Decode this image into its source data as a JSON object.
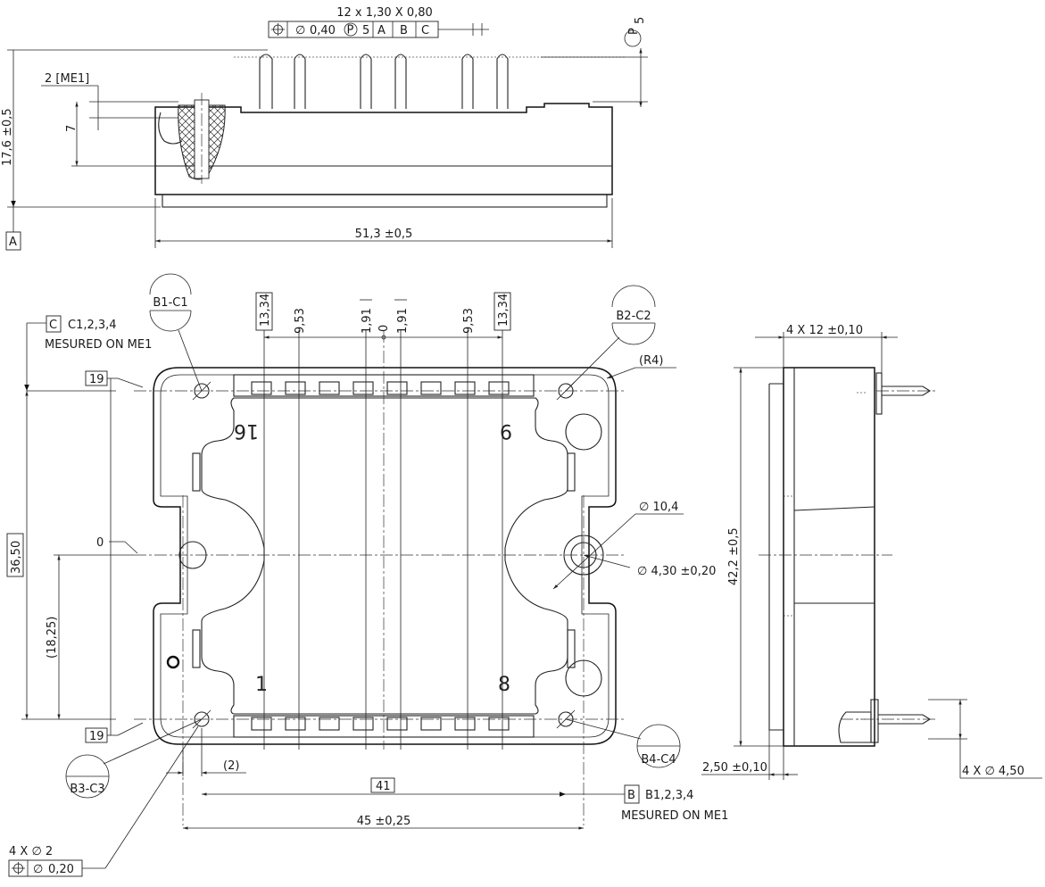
{
  "side_view": {
    "pin_spec": "12 x 1,30 X 0,80",
    "tolerance_frame": [
      "⌖",
      "∅",
      "0,40",
      "P",
      "5",
      "A",
      "B",
      "C"
    ],
    "projected_zone": "P",
    "projected_value": "5",
    "me1_label": "2 [ME1]",
    "depth_7": "7",
    "height": "17,6 ±0,5",
    "datum_a": "A",
    "width": "51,3 ±0,5"
  },
  "top_view": {
    "callout_b1": "B1-C1",
    "callout_b2": "B2-C2",
    "callout_b3": "B3-C3",
    "callout_b4": "B4-C4",
    "pin_dims": [
      "13,34",
      "9,53",
      "1,91",
      "0",
      "1,91",
      "9,53",
      "13,34"
    ],
    "datum_c_letter": "C",
    "datum_c_text": "C1,2,3,4",
    "datum_c_measured": "MESURED ON ME1",
    "ref_19_top": "19",
    "ref_19_bottom": "19",
    "radius": "(R4)",
    "pin_number_16": "16",
    "pin_number_9": "9",
    "pin_number_1": "1",
    "pin_number_8": "8",
    "zero_origin": "0",
    "dim_3650": "36,50",
    "dim_1825": "(18,25)",
    "dia_104": "∅ 10,4",
    "dia_430": "∅ 4,30 ±0,20",
    "dim_2": "(2)",
    "dim_41": "41",
    "datum_b_letter": "B",
    "datum_b_text": "B1,2,3,4",
    "datum_b_measured": "MESURED ON ME1",
    "dim_45": "45 ±0,25",
    "holes_spec": "4 X ∅ 2",
    "holes_tol_dia": "∅",
    "holes_tol_value": "0,20"
  },
  "right_view": {
    "pitch": "4 X 12 ±0,10",
    "height": "42,2 ±0,5",
    "offset": "2,50 ±0,10",
    "pin_dia": "4 X ∅ 4,50"
  }
}
